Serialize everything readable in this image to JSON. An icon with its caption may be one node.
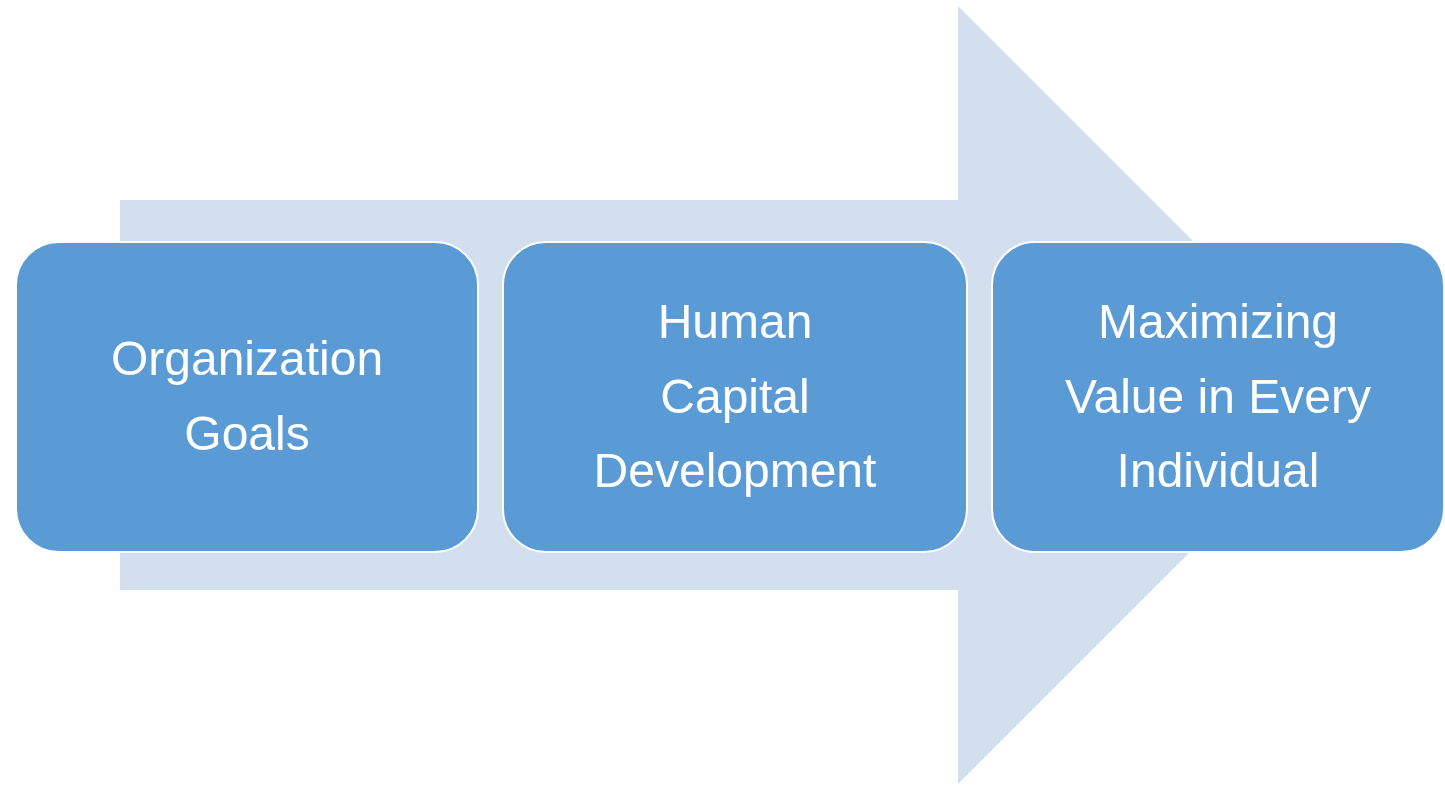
{
  "diagram": {
    "nodes": [
      {
        "text": [
          "Organization Goals"
        ]
      },
      {
        "text": [
          "Human Capital Development"
        ]
      },
      {
        "text": [
          "Maximizing Value in Every Individual"
        ]
      }
    ],
    "edges": [
      {
        "from": 0,
        "to": 2,
        "arrow": "to",
        "style": "thick"
      }
    ]
  }
}
